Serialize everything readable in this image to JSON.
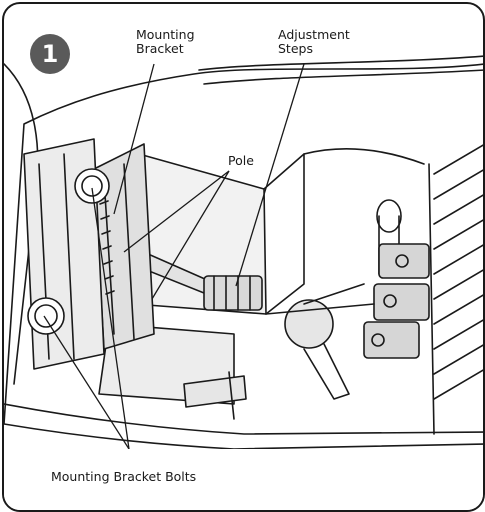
{
  "figure": {
    "step_number": "1",
    "labels": {
      "mounting_bracket": "Mounting\nBracket",
      "adjustment_steps": "Adjustment\nSteps",
      "pole": "Pole",
      "mounting_bracket_bolts": "Mounting Bracket Bolts"
    },
    "colors": {
      "line": "#1a1a1a",
      "badge": "#5a5a5a",
      "shade": "#d9d9d9"
    }
  }
}
